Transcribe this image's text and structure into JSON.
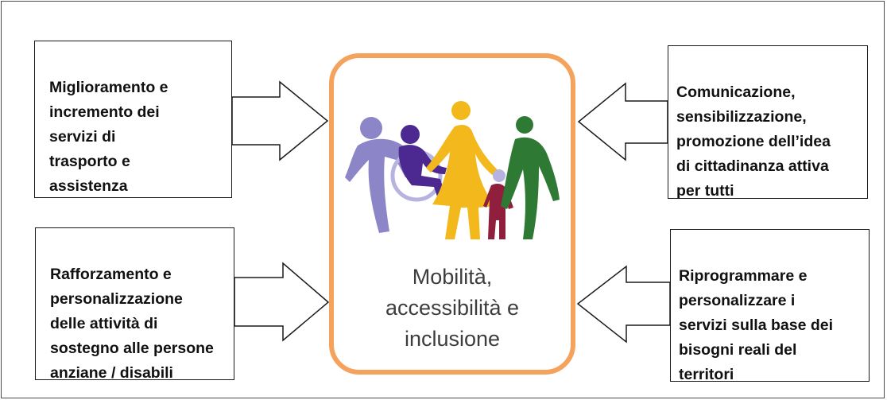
{
  "boxes": {
    "top_left": "Miglioramento e\nincremento dei\nservizi di\ntrasporto e\nassistenza",
    "top_right": "Comunicazione,\nsensibilizzazione,\npromozione dell’idea\ndi cittadinanza attiva\nper tutti",
    "bottom_left": "Rafforzamento e\npersonalizzazione\ndelle attività di\nsostegno alle persone\nanziane / disabili",
    "bottom_right": "Riprogrammare e\npersonalizzare  i\nservizi sulla base dei\nbisogni reali del\nterritori"
  },
  "center": {
    "label": "Mobilità,\naccessibilità e\ninclusione",
    "border_color": "#f5a25c",
    "icon": "people-inclusion-illustration"
  },
  "figure_colors": {
    "lavender": "#8c86c8",
    "purple": "#4b2990",
    "yellow": "#f2b81c",
    "maroon": "#8f1f3c",
    "green": "#2e7a35",
    "wheel": "#b7b3e0"
  }
}
